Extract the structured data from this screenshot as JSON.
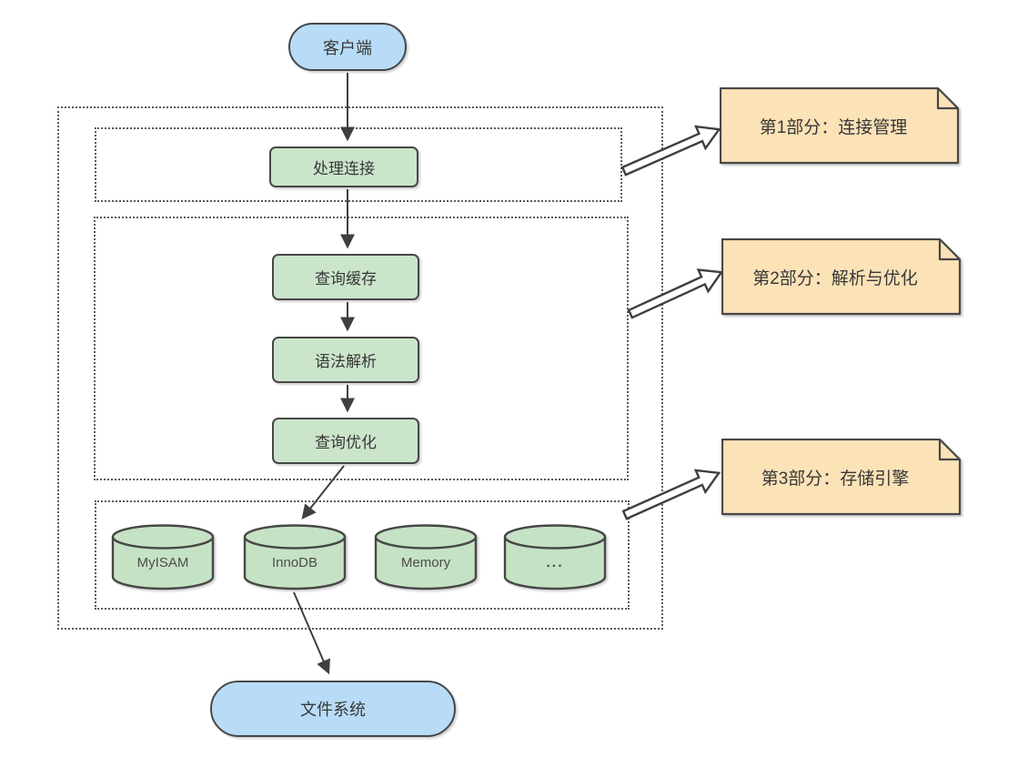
{
  "nodes": {
    "client": "客户端",
    "handle_connection": "处理连接",
    "query_cache": "查询缓存",
    "syntax_parse": "语法解析",
    "query_optimize": "查询优化",
    "file_system": "文件系统"
  },
  "engines": [
    {
      "label": "MyISAM"
    },
    {
      "label": "InnoDB"
    },
    {
      "label": "Memory"
    },
    {
      "label": "..."
    }
  ],
  "notes": [
    {
      "label": "第1部分：连接管理"
    },
    {
      "label": "第2部分：解析与优化"
    },
    {
      "label": "第3部分：存储引擎"
    }
  ],
  "colors": {
    "node_blue": "#B8DCF7",
    "node_green": "#CBE5CB",
    "cylinder_green": "#C6E2C4",
    "note_orange": "#FBE2B7",
    "border_dark": "#474747",
    "arrow": "#3F3F3F",
    "dotted_border": "#5A5A5A"
  }
}
